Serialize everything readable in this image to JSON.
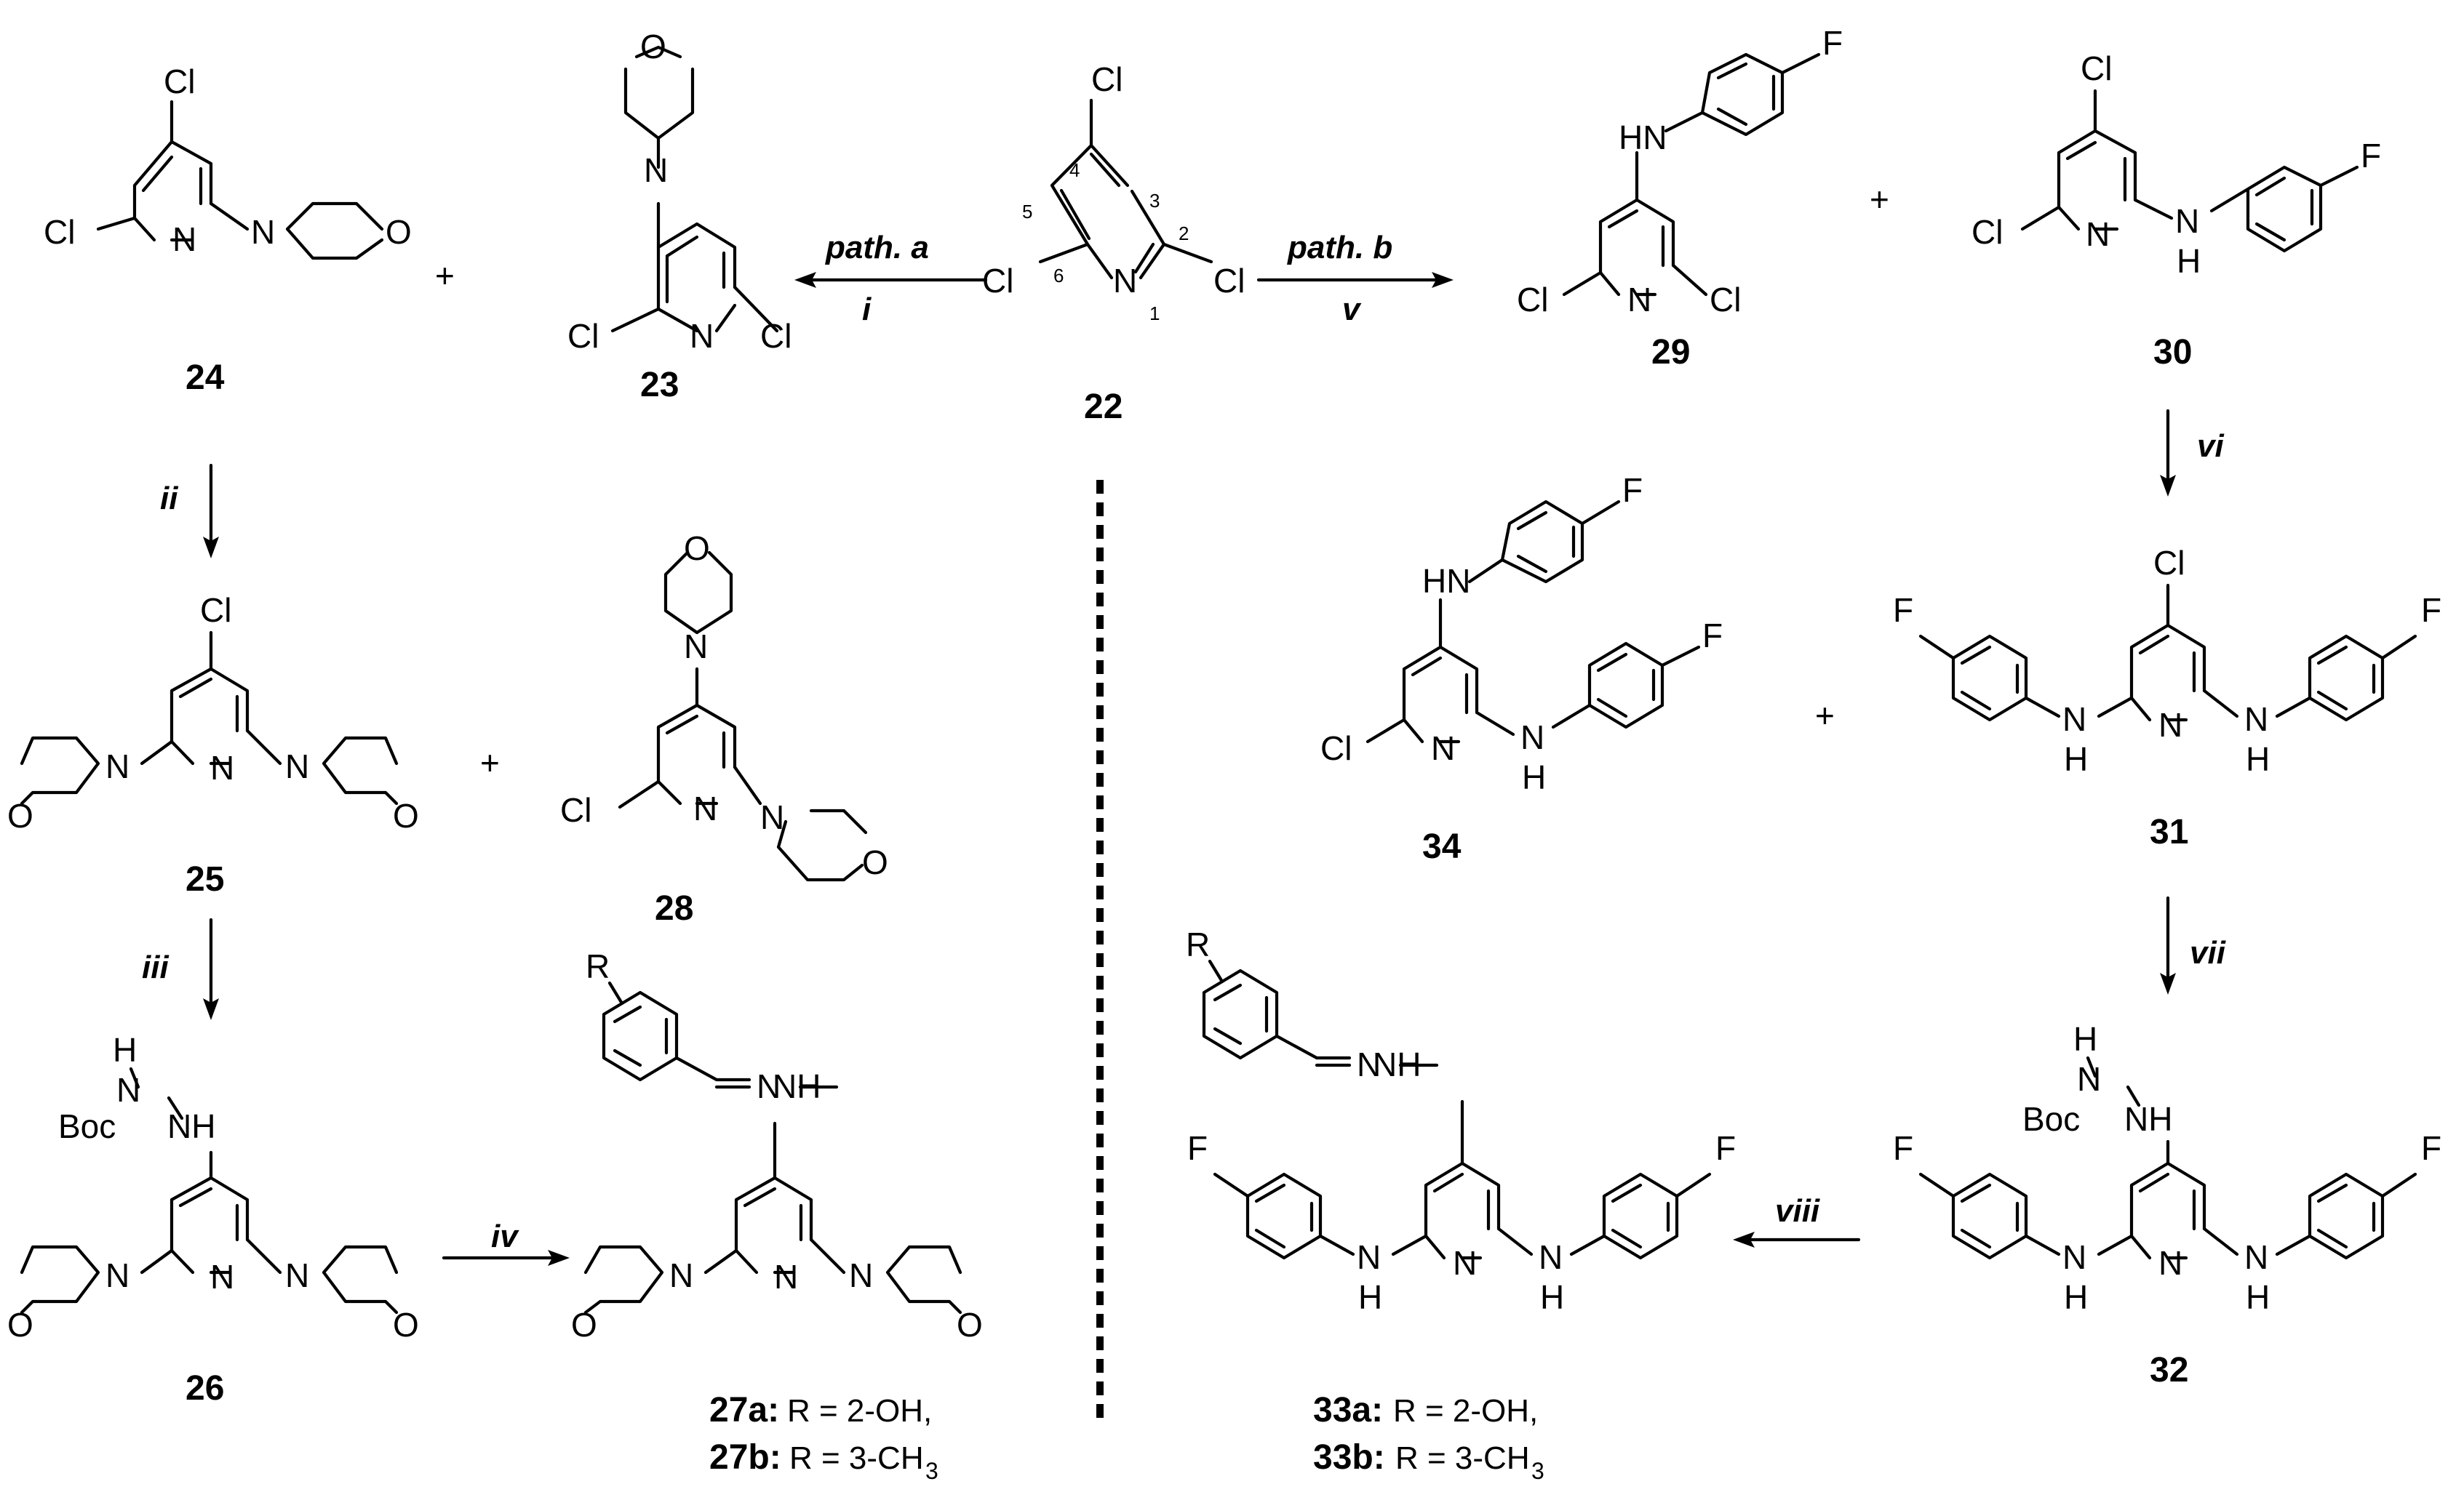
{
  "reagents": {
    "path_a": "path. a",
    "path_b": "path. b",
    "i": "i",
    "ii": "ii",
    "iii": "iii",
    "iv": "iv",
    "v": "v",
    "vi": "vi",
    "vii": "vii",
    "viii": "viii"
  },
  "compounds": {
    "c22": "22",
    "c23": "23",
    "c24": "24",
    "c25": "25",
    "c26": "26",
    "c27a": "27a:",
    "c27b": "27b:",
    "c28": "28",
    "c29": "29",
    "c30": "30",
    "c31": "31",
    "c32": "32",
    "c33a": "33a:",
    "c33b": "33b:",
    "c34": "34"
  },
  "substituents": {
    "r_2oh": "R = 2-OH,",
    "r_3ch3": "R = 3-CH",
    "r_3ch3_sub": "3"
  },
  "atoms": {
    "cl": "Cl",
    "f": "F",
    "n": "N",
    "o": "O",
    "h": "H",
    "hn": "HN",
    "nh": "NH",
    "boc": "Boc",
    "r": "R",
    "plus": "+"
  },
  "ring_numbering": [
    "1",
    "2",
    "3",
    "4",
    "5",
    "6"
  ]
}
